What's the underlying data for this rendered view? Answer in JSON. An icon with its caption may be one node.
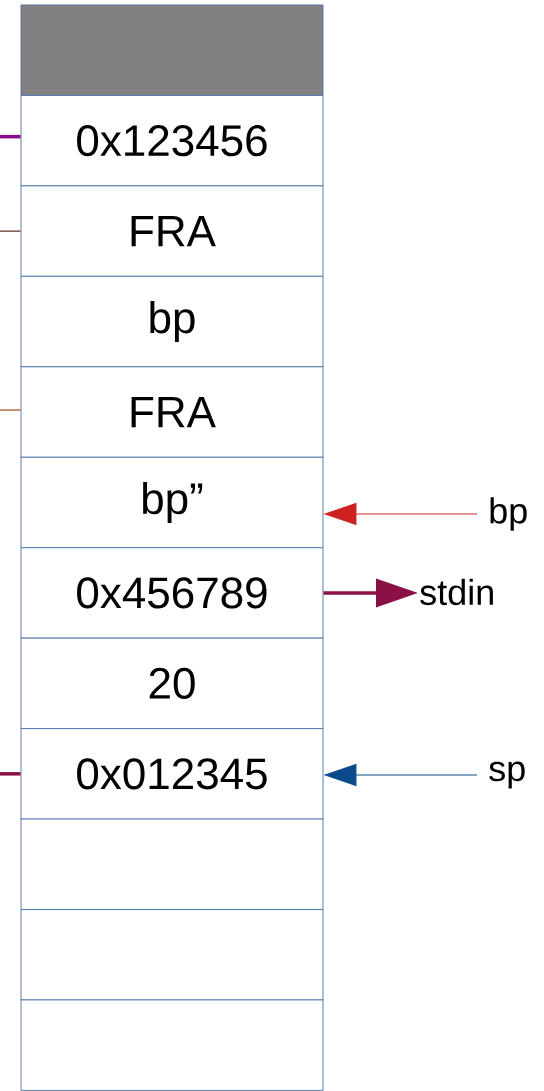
{
  "diagram": {
    "nodes": [
      {
        "text": [],
        "shape": "box"
      },
      {
        "text": [
          "0x123456"
        ]
      },
      {
        "text": [
          "FRA"
        ]
      },
      {
        "text": [
          "bp"
        ]
      },
      {
        "text": [
          "FRA"
        ]
      },
      {
        "text": [
          "bp”"
        ]
      },
      {
        "text": [
          "0x456789"
        ]
      },
      {
        "text": [
          "20"
        ]
      },
      {
        "text": [
          "0x012345"
        ]
      },
      {
        "text": [],
        "shape": "box"
      },
      {
        "text": [],
        "shape": "box"
      },
      {
        "text": [],
        "shape": "box"
      },
      {
        "text": [
          "bp"
        ]
      },
      {
        "text": [
          "stdin"
        ]
      },
      {
        "text": [
          "sp"
        ]
      }
    ],
    "edges": [
      {
        "from": null,
        "to": 1,
        "arrow": "none",
        "style": "thick",
        "color": "#8b0a8b"
      },
      {
        "from": null,
        "to": 2,
        "arrow": "none",
        "color": "#5a2814"
      },
      {
        "from": null,
        "to": 4,
        "arrow": "none",
        "color": "#a0481e"
      },
      {
        "from": null,
        "to": 8,
        "arrow": "none",
        "style": "thick",
        "color": "#8b1046"
      },
      {
        "from": 12,
        "to": 5,
        "arrow": "to",
        "color": "#cc2222"
      },
      {
        "from": 6,
        "to": 13,
        "arrow": "to",
        "style": "thick",
        "color": "#8b1046"
      },
      {
        "from": 14,
        "to": 8,
        "arrow": "to",
        "color": "#0b4a8a"
      }
    ]
  }
}
